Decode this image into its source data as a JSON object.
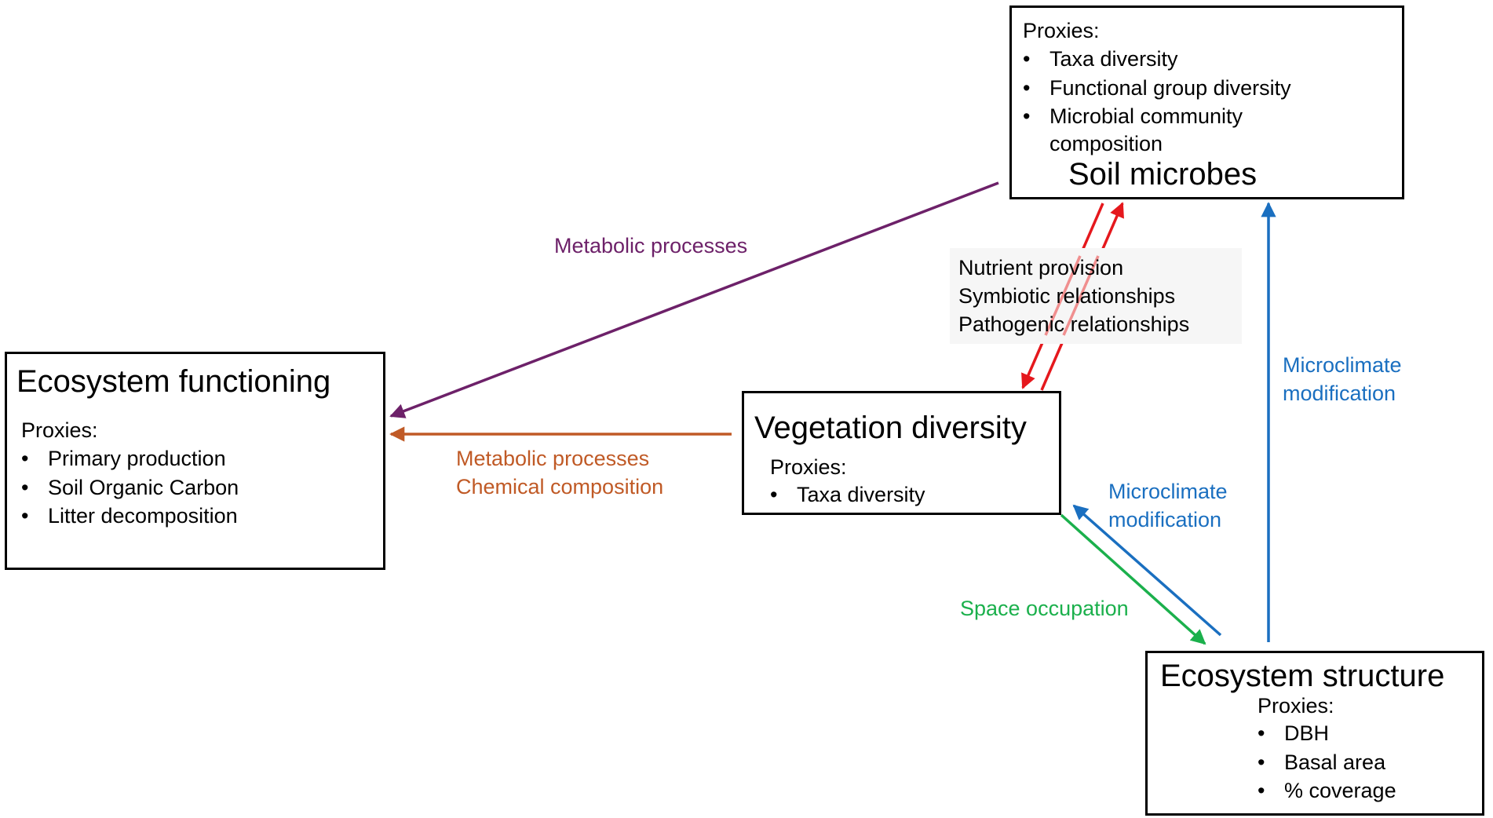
{
  "nodes": {
    "soil_microbes": {
      "title": "Soil microbes",
      "proxies_label": "Proxies:",
      "proxies": [
        "Taxa diversity",
        "Functional group diversity",
        "Microbial community",
        "composition"
      ]
    },
    "ecosystem_functioning": {
      "title": "Ecosystem functioning",
      "proxies_label": "Proxies:",
      "proxies": [
        "Primary production",
        "Soil Organic Carbon",
        "Litter decomposition"
      ]
    },
    "vegetation_diversity": {
      "title": "Vegetation diversity",
      "proxies_label": "Proxies:",
      "proxies": [
        "Taxa diversity"
      ]
    },
    "ecosystem_structure": {
      "title": "Ecosystem structure",
      "proxies_label": "Proxies:",
      "proxies": [
        "DBH",
        "Basal area",
        "% coverage"
      ]
    }
  },
  "edges": {
    "microbes_to_functioning": {
      "label": "Metabolic processes",
      "color": "#6d2169"
    },
    "vegetation_to_functioning": {
      "labels": [
        "Metabolic processes",
        "Chemical composition"
      ],
      "color": "#c05a26"
    },
    "microbes_vegetation": {
      "labels": [
        "Nutrient provision",
        "Symbiotic relationships",
        "Pathogenic relationships"
      ],
      "color": "#e5181d"
    },
    "structure_to_microbes": {
      "labels": [
        "Microclimate",
        "modification"
      ],
      "color": "#1a6fc0"
    },
    "structure_to_vegetation": {
      "labels": [
        "Microclimate",
        "modification"
      ],
      "color": "#1a6fc0"
    },
    "vegetation_to_structure": {
      "label": "Space occupation",
      "color": "#1bb04c"
    }
  }
}
